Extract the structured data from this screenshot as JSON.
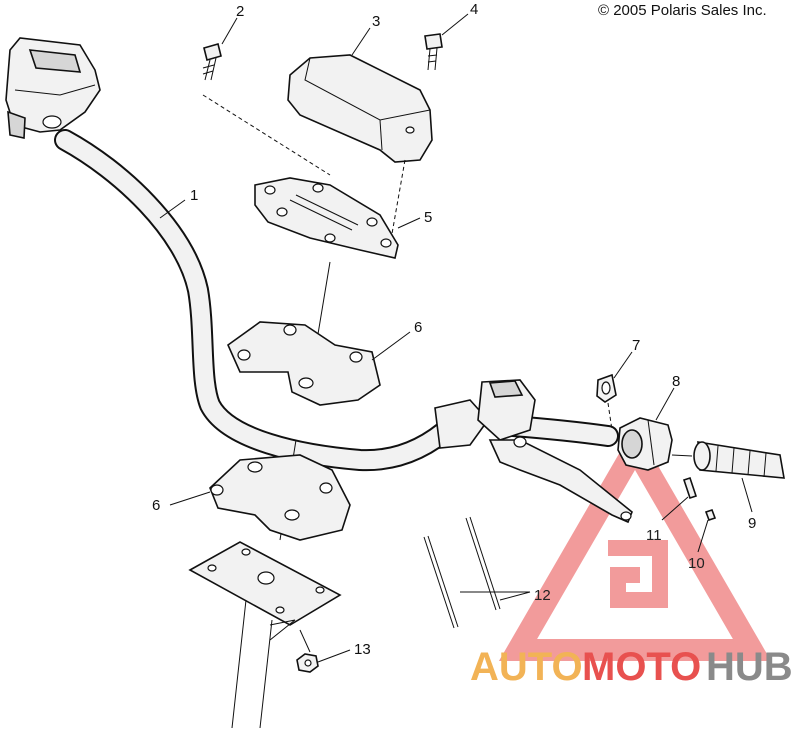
{
  "copyright": "© 2005 Polaris Sales Inc.",
  "callouts": [
    {
      "id": "1",
      "label": "1"
    },
    {
      "id": "2",
      "label": "2"
    },
    {
      "id": "3",
      "label": "3"
    },
    {
      "id": "4",
      "label": "4"
    },
    {
      "id": "5",
      "label": "5"
    },
    {
      "id": "6a",
      "label": "6"
    },
    {
      "id": "6b",
      "label": "6"
    },
    {
      "id": "7",
      "label": "7"
    },
    {
      "id": "8",
      "label": "8"
    },
    {
      "id": "9",
      "label": "9"
    },
    {
      "id": "10",
      "label": "10"
    },
    {
      "id": "11",
      "label": "11"
    },
    {
      "id": "12",
      "label": "12"
    },
    {
      "id": "13",
      "label": "13"
    }
  ],
  "watermark": {
    "word_part1": "AUTO",
    "word_part2": "MOTO",
    "word_part3": "HUB",
    "color_orange": "#f2b356",
    "color_red": "#e8514f",
    "color_gray": "#8a8a8a"
  }
}
